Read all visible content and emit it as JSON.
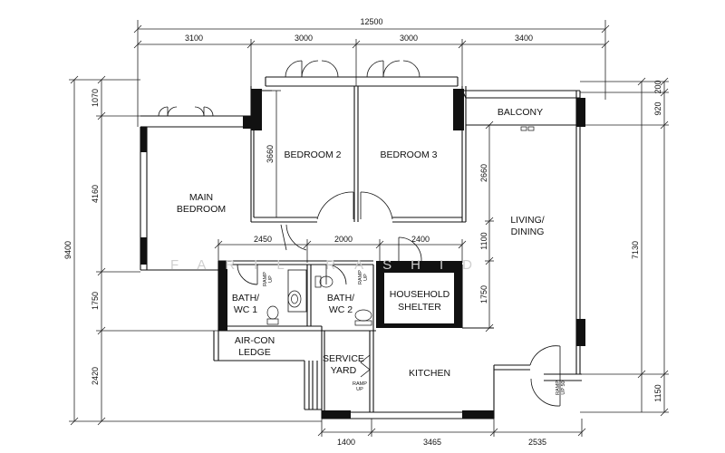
{
  "plan": {
    "rooms": {
      "bedroom2": "BEDROOM 2",
      "bedroom3": "BEDROOM 3",
      "main_bedroom": [
        "MAIN",
        "BEDROOM"
      ],
      "balcony": "BALCONY",
      "living_dining": [
        "LIVING/",
        "DINING"
      ],
      "bath1": [
        "BATH/",
        "WC 1"
      ],
      "bath2": [
        "BATH/",
        "WC 2"
      ],
      "household_shelter": [
        "HOUSEHOLD",
        "SHELTER"
      ],
      "aircon_ledge": [
        "AIR-CON",
        "LEDGE"
      ],
      "service_yard": [
        "SERVICE",
        "YARD"
      ],
      "kitchen": "KITCHEN"
    },
    "ramp_label": [
      "RAMP",
      "UP"
    ],
    "ramp_label_alt": [
      "RAMP",
      "UP 50"
    ],
    "watermark": "FARIL RASHID",
    "dimensions": {
      "overall_width": "12500",
      "top": [
        "3100",
        "3000",
        "3000",
        "3400"
      ],
      "inner": [
        "2450",
        "2000",
        "2400"
      ],
      "bottom": [
        "1400",
        "3465",
        "2535"
      ],
      "overall_height": "9400",
      "left": [
        "1070",
        "4160",
        "1750",
        "2420"
      ],
      "right_overall": "7130",
      "right": [
        "200",
        "920",
        "2660",
        "1100",
        "1750",
        "1150"
      ],
      "bedroom2_depth": "3660"
    }
  }
}
